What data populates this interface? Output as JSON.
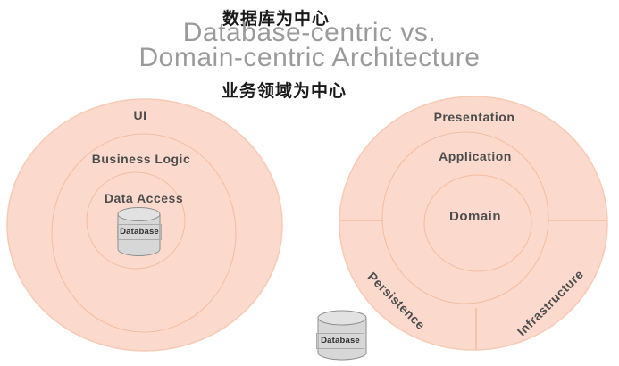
{
  "header": {
    "subtitle_top_zh": "数据库为中心",
    "title_line1": "Database-centric vs.",
    "title_line2": "Domain-centric Architecture",
    "subtitle_bottom_zh": "业务领域为中心"
  },
  "left_diagram": {
    "rings": [
      {
        "label": "UI"
      },
      {
        "label": "Business Logic"
      },
      {
        "label": "Data Access"
      }
    ],
    "database": {
      "label": "Database"
    }
  },
  "right_diagram": {
    "rings": [
      {
        "label": "Presentation"
      },
      {
        "label": "Application"
      },
      {
        "label": "Domain"
      }
    ],
    "outer_segments": [
      {
        "label": "Persistence",
        "rotation_deg": 45
      },
      {
        "label": "Infrastructure",
        "rotation_deg": -45
      }
    ],
    "database": {
      "label": "Database"
    }
  },
  "colors": {
    "background": "#ffffff",
    "circle_fill": "#fbdacd",
    "outer_stroke": "#f7cab5",
    "ring_stroke": "#f3bca2",
    "divider_stroke": "#efae92",
    "label_color": "#4d4d4d",
    "title_color": "#9b9b9b",
    "subtitle_color": "#1a1a1a",
    "cylinder_body": "#d7d7d7",
    "cylinder_top": "#e2e2e2",
    "cylinder_stroke": "#8f8f8f"
  }
}
